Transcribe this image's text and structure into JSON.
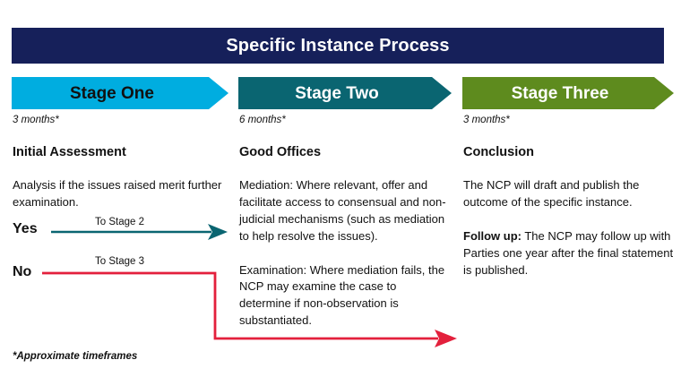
{
  "header": {
    "title": "Specific Instance Process",
    "background_color": "#16205a",
    "text_color": "#ffffff"
  },
  "stages": [
    {
      "id": "stage-one",
      "banner_label": "Stage One",
      "banner_color": "#00ade0",
      "banner_text_color": "#111111",
      "timeframe": "3 months*",
      "heading": "Initial Assessment",
      "body": "Analysis if the issues raised merit further examination."
    },
    {
      "id": "stage-two",
      "banner_label": "Stage Two",
      "banner_color": "#0a6571",
      "banner_text_color": "#ffffff",
      "timeframe": "6 months*",
      "heading": "Good Offices",
      "body": "Mediation: Where relevant, offer and facilitate access to consensual and non-judicial mechanisms (such as mediation to help resolve the issues).",
      "body2": "Examination: Where mediation fails, the NCP may examine the case to determine if non-observation is substantiated."
    },
    {
      "id": "stage-three",
      "banner_label": "Stage Three",
      "banner_color": "#5e8b1e",
      "banner_text_color": "#ffffff",
      "timeframe": "3 months*",
      "heading": "Conclusion",
      "body": "The NCP will draft and publish the outcome of the specific instance.",
      "followup_label": "Follow up:",
      "followup_text": " The NCP may follow up with Parties one year after the final statement is published."
    }
  ],
  "decisions": [
    {
      "id": "yes",
      "word": "Yes",
      "flow_label": "To Stage 2",
      "line_color": "#0a6571"
    },
    {
      "id": "no",
      "word": "No",
      "flow_label": "To Stage 3",
      "line_color": "#e3203c"
    }
  ],
  "footnote": "*Approximate timeframes"
}
